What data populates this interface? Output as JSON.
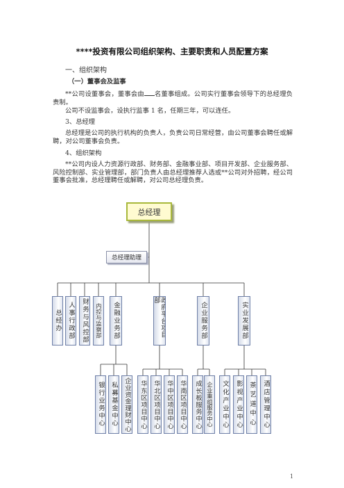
{
  "document": {
    "title": "****投资有限公司组织架构、主要职责和人员配置方案",
    "section1_heading": "一、组织架构",
    "subsection_heading": "（一）董事会及监事",
    "para1_before_blank": "**公司设董事会，董事会由",
    "para1_after_blank": "名董事组成。公司实行董事会领导下的总经理负责制。",
    "para2": "公司不设监事会，设执行监事 1 名，任期三年，可以连任。",
    "heading3": "3、总经理",
    "para3": "总经理是公司的执行机构的负责人，负责公司日常经营，由公司董事会聘任或解聘，对公司董事会负责。",
    "heading4": "4、组织架构",
    "para4": "**公司内设人力资源行政部、财务部、金融事业部、项目开发部、企业服务部、风险控制部、实业管理部，部门负责人由总经理推荐人选或**公司对外招聘，经公司董事会批准，总经理聘任或解聘，对公司总经理负责。",
    "page_number": "1"
  },
  "org_chart": {
    "ceo": "总经理",
    "assistant": "总经理助理",
    "departments": [
      "总经办",
      "人事行政部",
      "财务与风控部",
      "内控与监察部",
      "金融业务部",
      "政府平台项目部",
      "企业服务部",
      "实业发展部"
    ],
    "centers": [
      "银行业务中心",
      "私募基金中心",
      "企业资金理财中心",
      "华东区项目中心",
      "华北区项目中心",
      "华中区项目中心",
      "华南区项目中心",
      "成长板服务中心",
      "企业重组服务中心",
      "文化产业中心",
      "影视产业中心",
      "茶艺道中心",
      "酒店管理中心"
    ]
  }
}
